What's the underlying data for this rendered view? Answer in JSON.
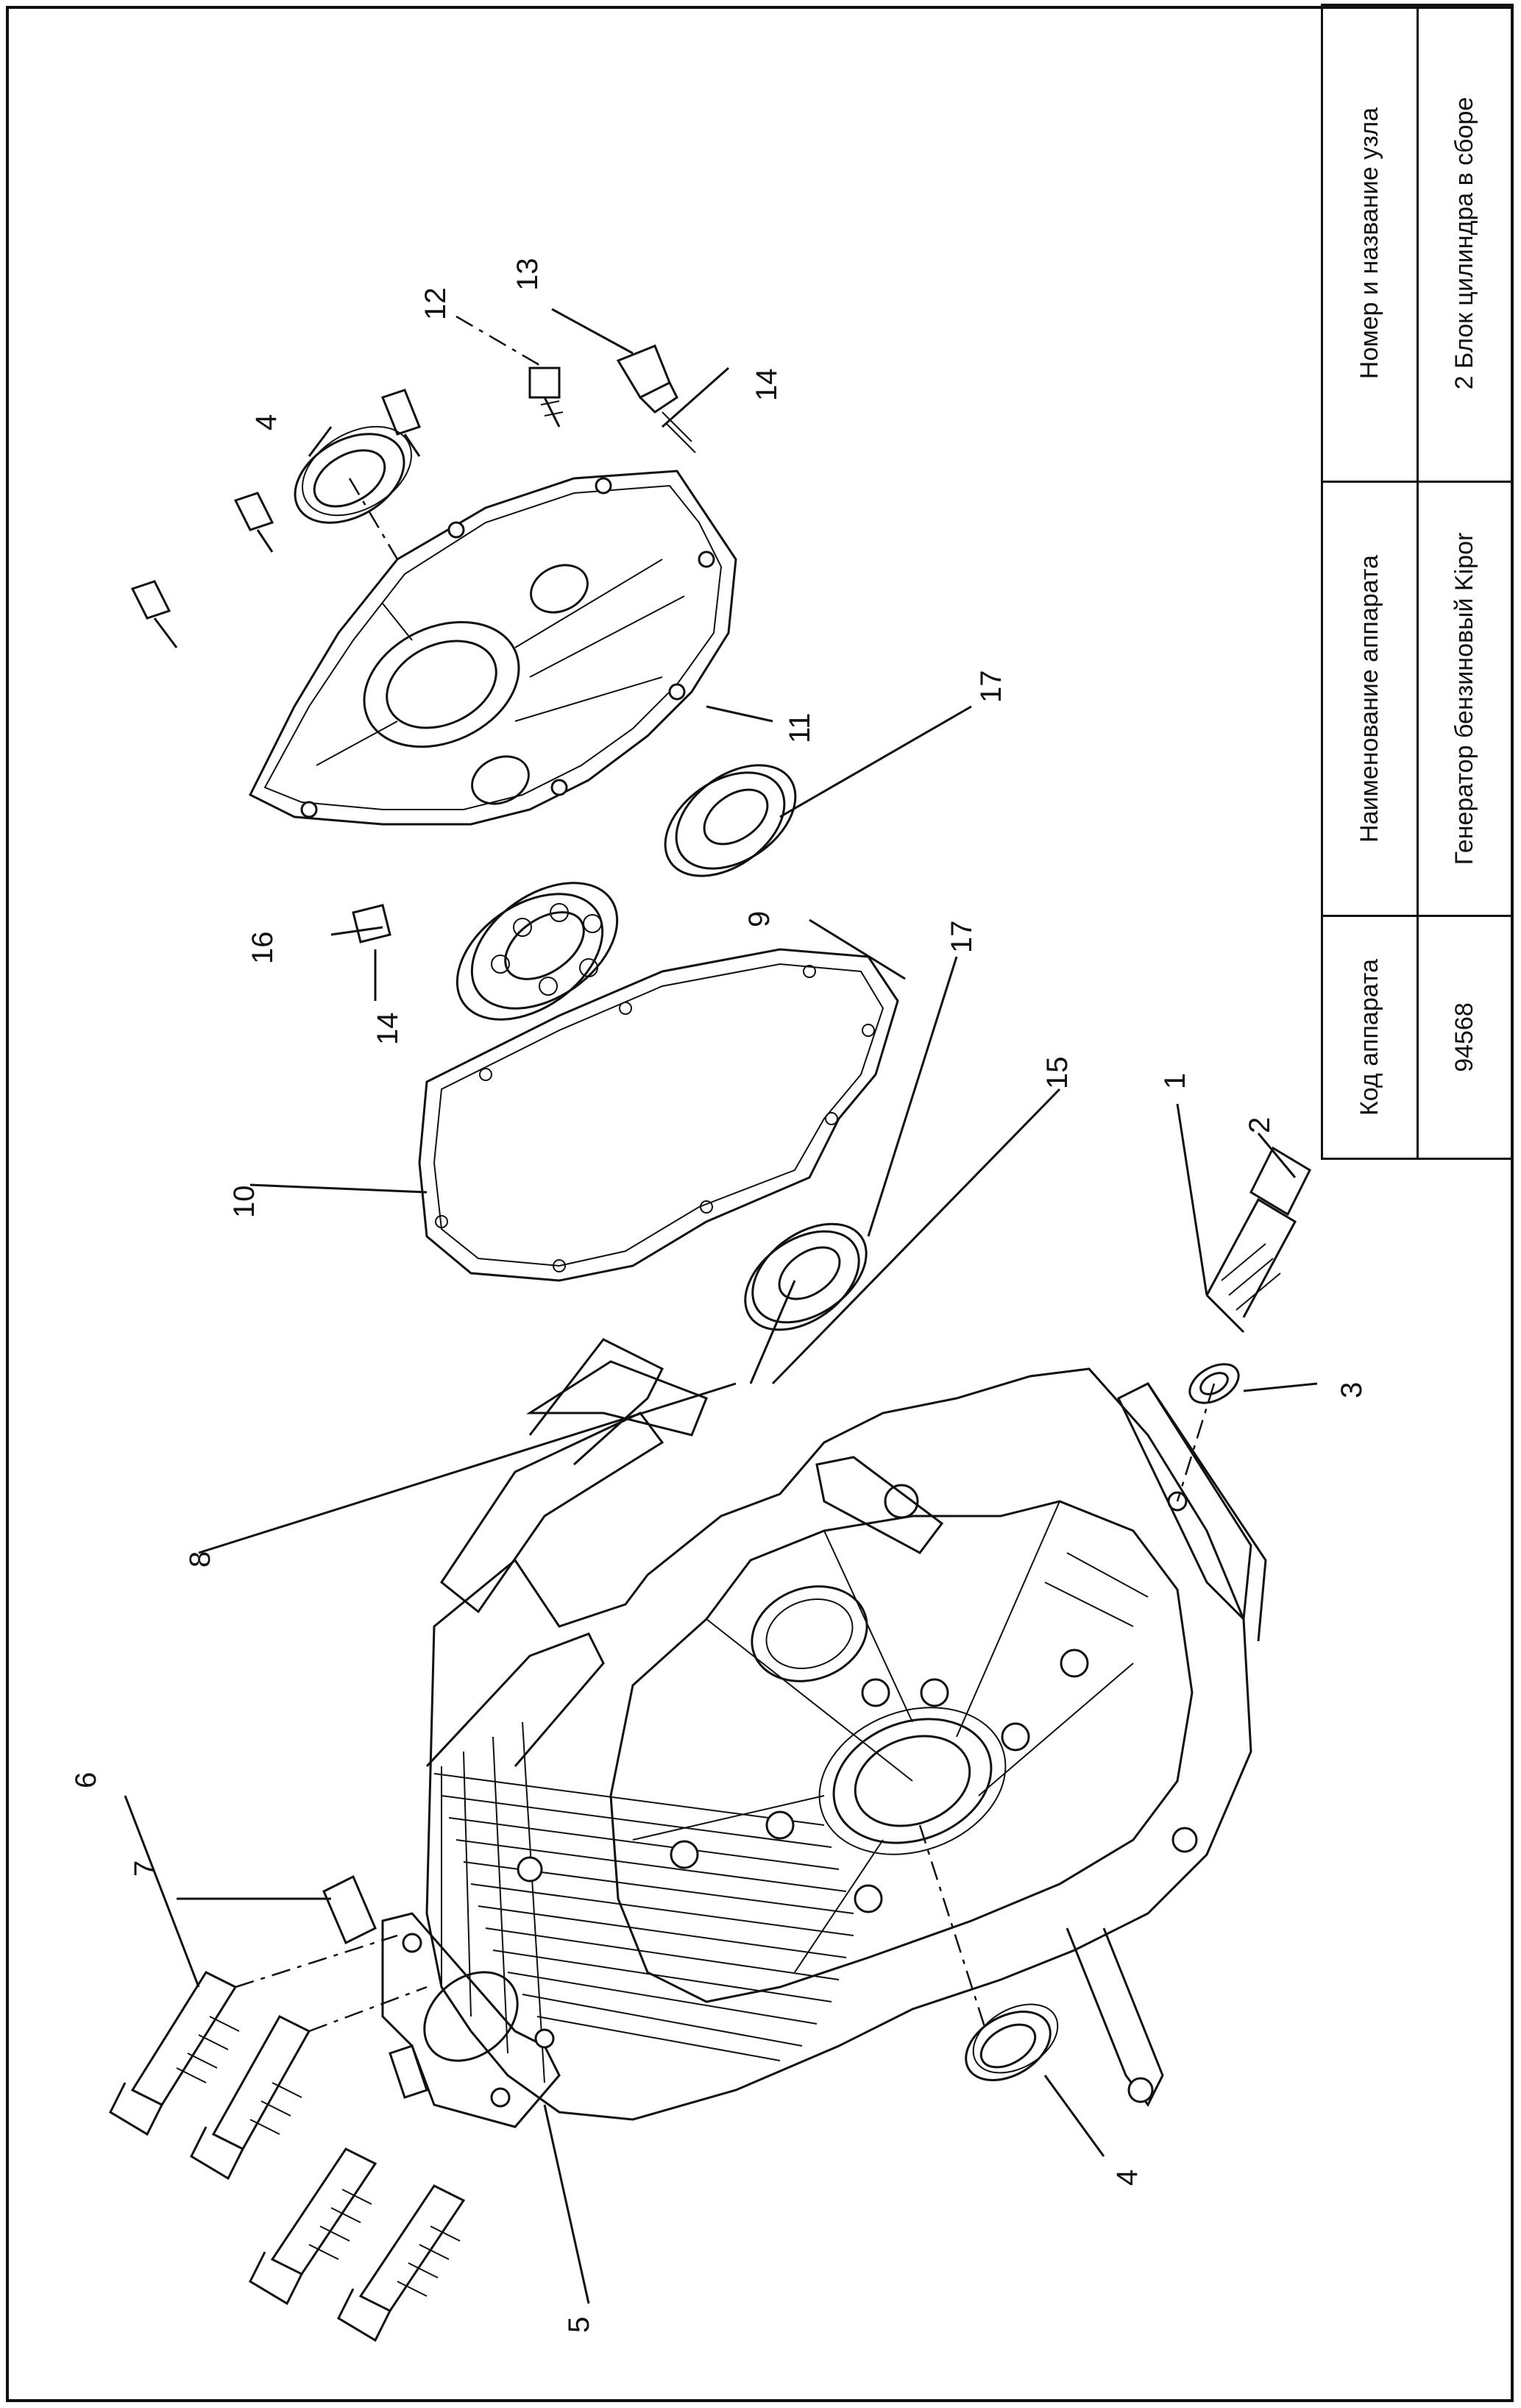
{
  "title_block": {
    "headers": [
      "Код аппарата",
      "Наименование аппарата",
      "Номер и название узла"
    ],
    "values": [
      "94568",
      "Генератор бензиновый Kipor",
      "2 Блок цилиндра в сборе"
    ]
  },
  "callouts": [
    "1",
    "2",
    "3",
    "4",
    "4",
    "5",
    "6",
    "7",
    "8",
    "9",
    "10",
    "11",
    "12",
    "13",
    "14",
    "14",
    "15",
    "16",
    "17",
    "17"
  ]
}
